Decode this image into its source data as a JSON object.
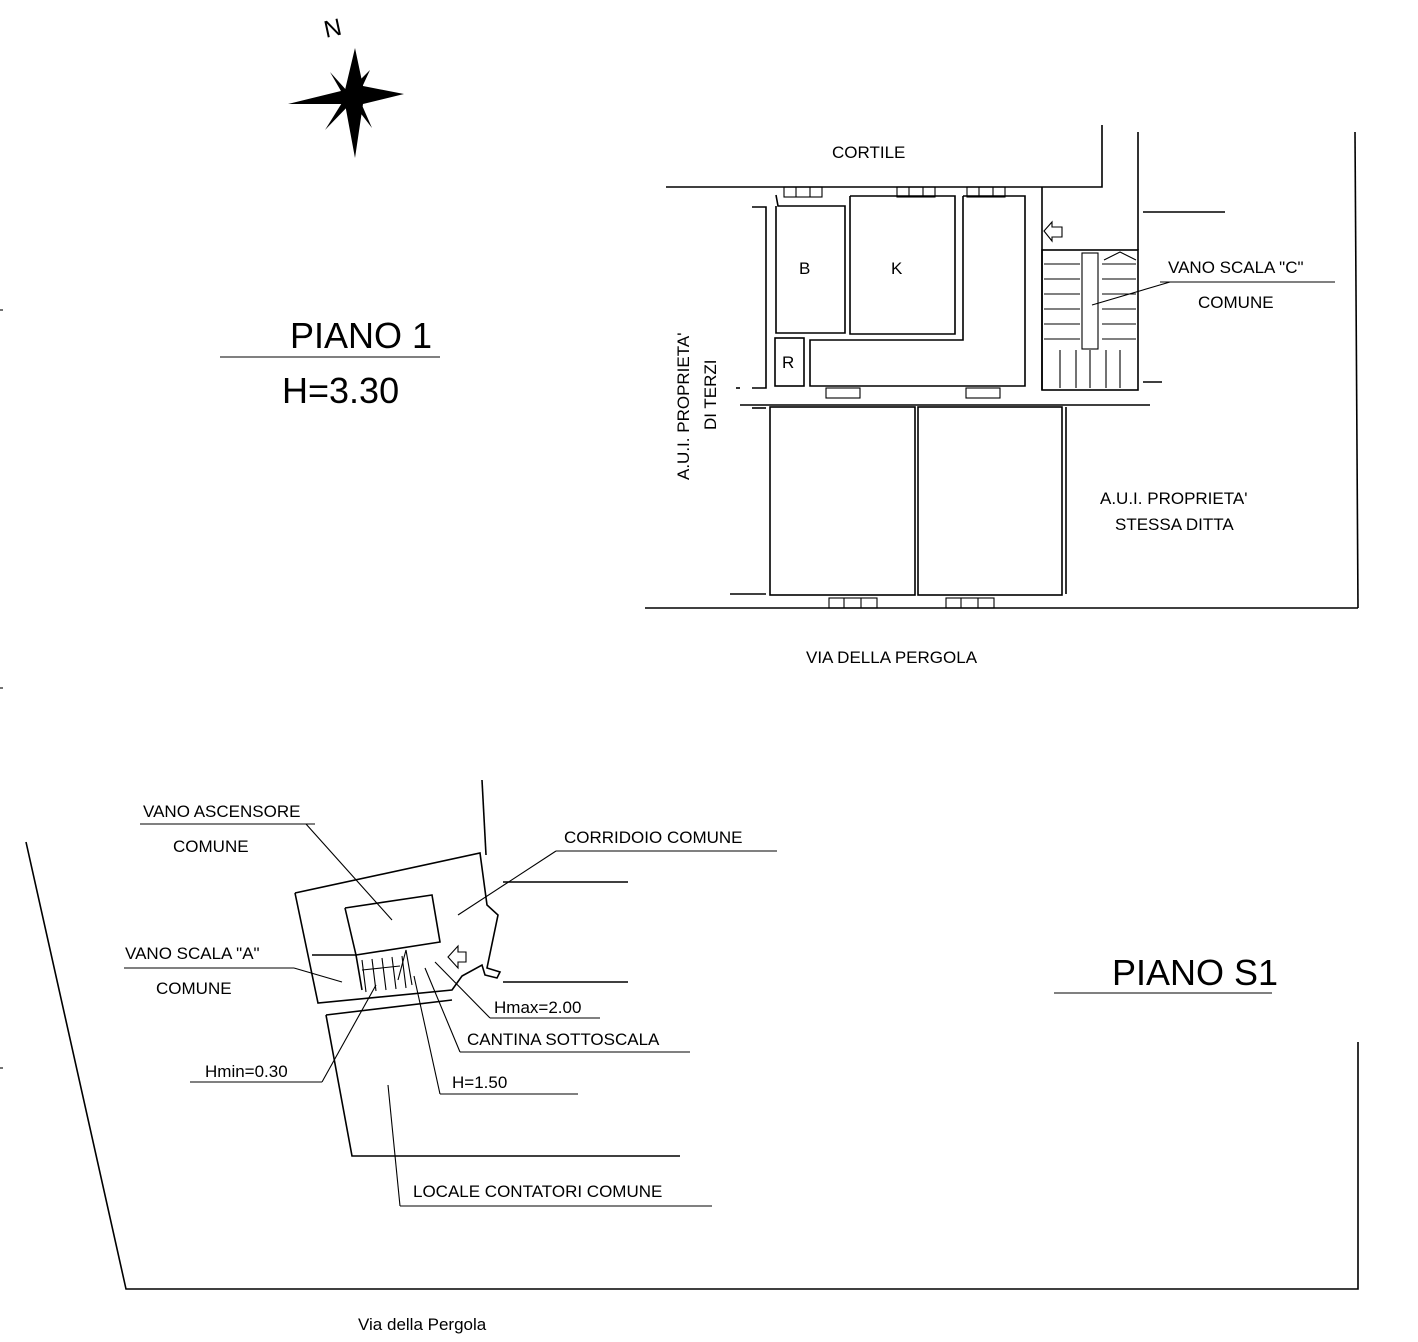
{
  "north_label": "N",
  "piano1": {
    "title": "PIANO 1",
    "height": "H=3.30",
    "labels": {
      "cortile": "CORTILE",
      "room_b": "B",
      "room_k": "K",
      "room_r": "R",
      "vano_scala_c": "VANO SCALA \"C\"",
      "vano_scala_c_comune": "COMUNE",
      "aui_terzi_line1": "A.U.I. PROPRIETA'",
      "aui_terzi_line2": "DI TERZI",
      "aui_stessa_line1": "A.U.I. PROPRIETA'",
      "aui_stessa_line2": "STESSA DITTA",
      "street": "VIA DELLA PERGOLA"
    }
  },
  "pianoS1": {
    "title": "PIANO S1",
    "labels": {
      "vano_ascensore": "VANO ASCENSORE",
      "vano_ascensore_comune": "COMUNE",
      "corridoio": "CORRIDOIO COMUNE",
      "vano_scala_a": "VANO SCALA \"A\"",
      "vano_scala_a_comune": "COMUNE",
      "hmax": "Hmax=2.00",
      "cantina": "CANTINA SOTTOSCALA",
      "hmin": "Hmin=0.30",
      "h150": "H=1.50",
      "locale_contatori": "LOCALE CONTATORI COMUNE",
      "street": "Via della Pergola"
    }
  }
}
